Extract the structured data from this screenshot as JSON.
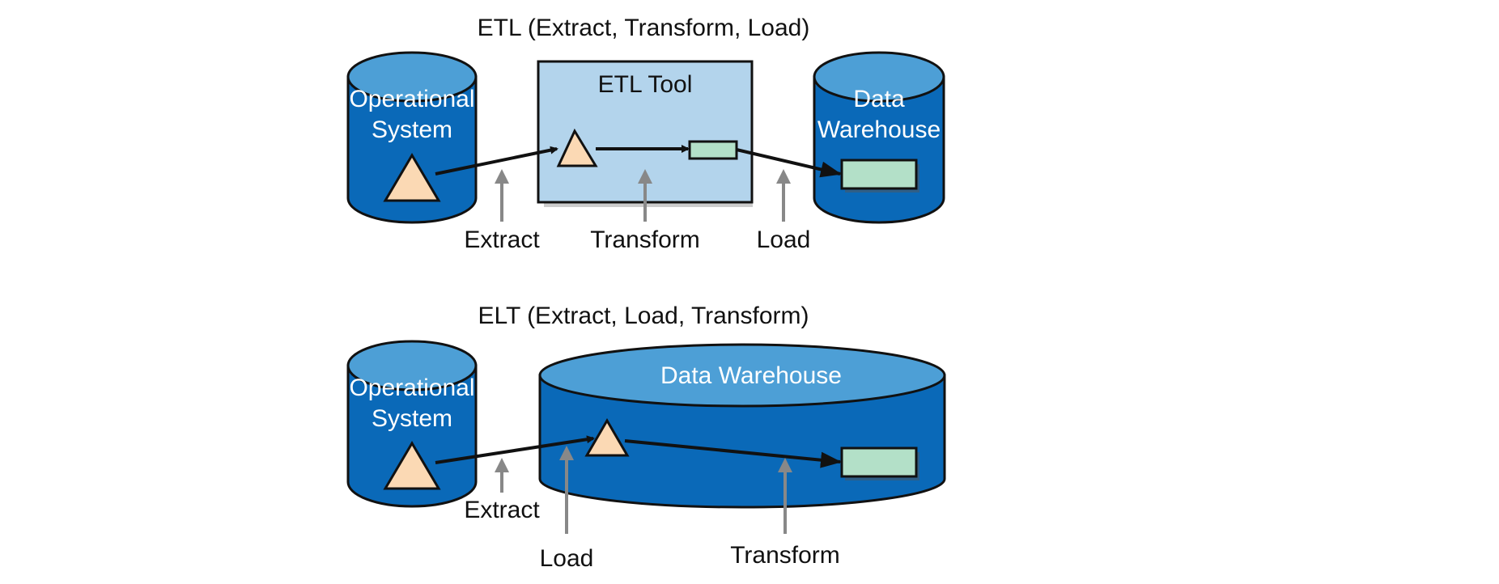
{
  "colors": {
    "cylinder_body": "#0a69b8",
    "cylinder_top": "#4d9fd6",
    "etl_tool_box": "#b3d4ec",
    "triangle": "#fbd9b4",
    "rectangle": "#b3e0c8",
    "stroke": "#111111",
    "pointer_arrow": "#888888"
  },
  "etl": {
    "title": "ETL (Extract, Transform, Load)",
    "source": {
      "line1": "Operational",
      "line2": "System"
    },
    "tool_label": "ETL Tool",
    "warehouse": {
      "line1": "Data",
      "line2": "Warehouse"
    },
    "labels": {
      "extract": "Extract",
      "transform": "Transform",
      "load": "Load"
    }
  },
  "elt": {
    "title": "ELT (Extract, Load, Transform)",
    "source": {
      "line1": "Operational",
      "line2": "System"
    },
    "warehouse_label": "Data Warehouse",
    "labels": {
      "extract": "Extract",
      "load": "Load",
      "transform": "Transform"
    }
  }
}
